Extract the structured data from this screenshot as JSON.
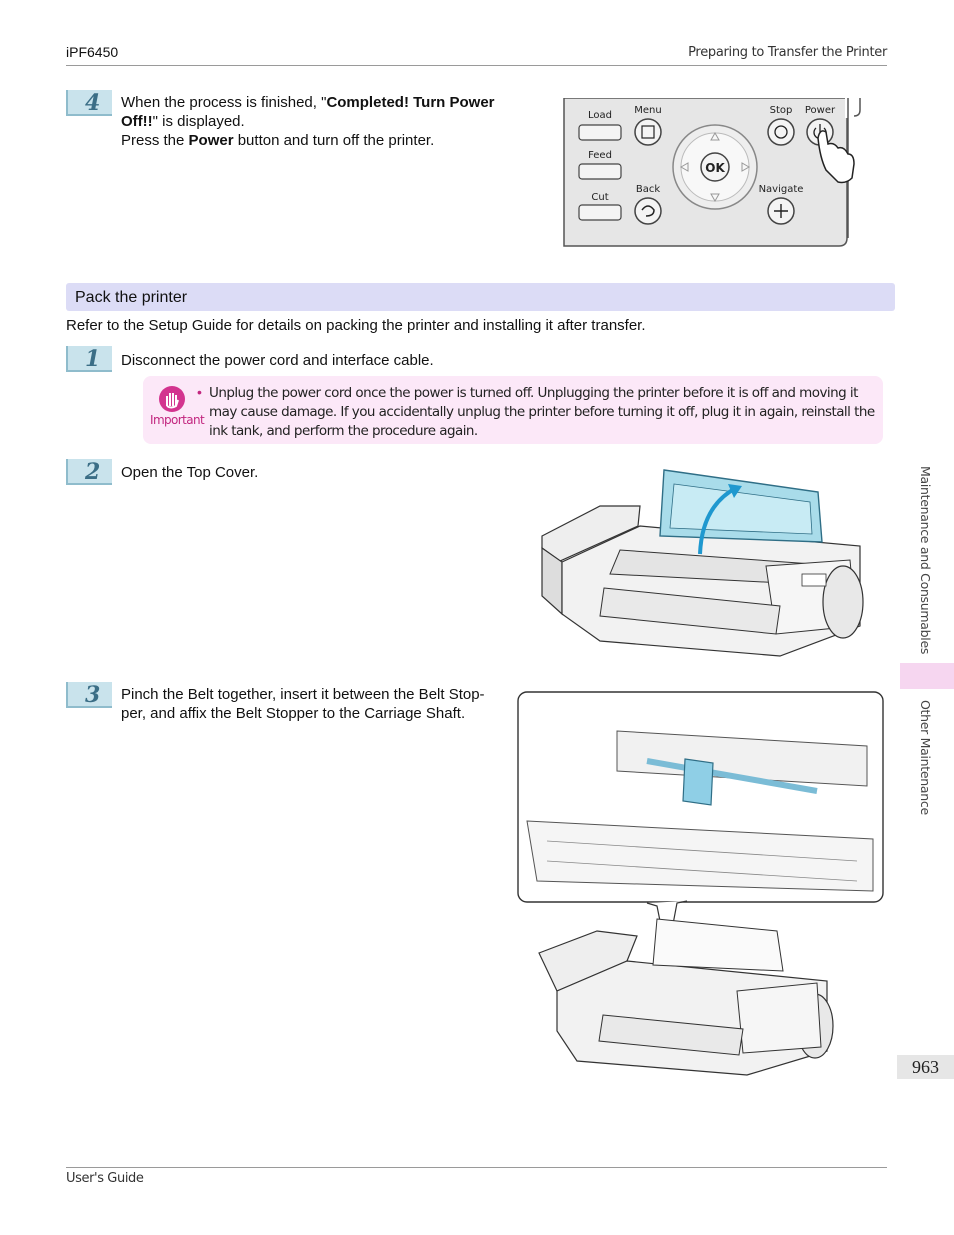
{
  "header": {
    "model": "iPF6450",
    "section": "Preparing to Transfer the Printer"
  },
  "step4": {
    "number": "4",
    "line1_pre": "When the process is finished, \"",
    "line1_bold": "Completed! Turn Power",
    "line2_bold": "Off!!",
    "line2_post": "\" is displayed.",
    "line3_pre": "Press the ",
    "line3_bold": "Power",
    "line3_post": " button and turn off the printer."
  },
  "panel": {
    "load": "Load",
    "feed": "Feed",
    "cut": "Cut",
    "menu": "Menu",
    "back": "Back",
    "stop": "Stop",
    "power": "Power",
    "navigate": "Navigate",
    "ok": "OK"
  },
  "section": {
    "title": "Pack the printer",
    "intro": "Refer to the Setup Guide for details on packing the printer and installing it after transfer."
  },
  "step1": {
    "number": "1",
    "text": "Disconnect the power cord and interface cable."
  },
  "important": {
    "label": "Important",
    "bullet": "•",
    "text": "Unplug the power cord once the power is turned off. Unplugging the printer before it is off and moving it may cause damage. If you accidentally unplug the printer before turning it off, plug it in again, reinstall the ink tank, and perform the procedure again."
  },
  "step2": {
    "number": "2",
    "text": "Open the Top Cover."
  },
  "step3": {
    "number": "3",
    "line1": "Pinch the Belt together, insert it between the Belt Stop-",
    "line2": "per, and affix the Belt Stopper to the Carriage Shaft."
  },
  "sidebar": {
    "tab1": "Maintenance and Consumables",
    "tab2": "Other Maintenance"
  },
  "page_number": "963",
  "footer": {
    "title": "User's Guide"
  }
}
